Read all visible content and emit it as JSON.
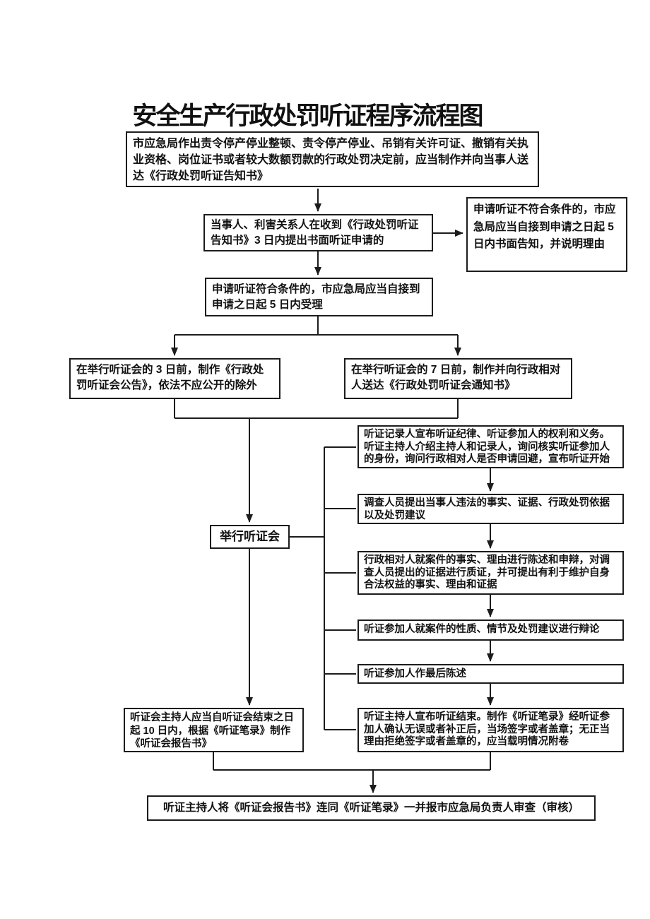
{
  "title": "安全生产行政处罚听证程序流程图",
  "nodes": {
    "penalty_decision": "市应急局作出责令停产停业整顿、责令停产停业、吊销有关许可证、撤销有关执业资格、岗位证书或者较大数额罚款的行政处罚决定前，应当制作并向当事人送达《行政处罚听证告知书》",
    "hearing_request": "当事人、利害关系人在收到《行政处罚听证告知书》3 日内提出书面听证申请的",
    "request_rejected": "申请听证不符合条件的，市应急局应当自接到申请之日起 5 日内书面告知，并说明理由",
    "request_accepted": "申请听证符合条件的，市应急局应当自接到申请之日起 5 日内受理",
    "public_notice": "在举行听证会的 3 日前，制作《行政处罚听证会公告》，依法不应公开的除外",
    "notice_to_party": "在举行听证会的 7 日前，制作并向行政相对人送达《行政处罚听证会通知书》",
    "hold_hearing": "举行听证会",
    "hearing_open": "听证记录人宣布听证纪律、听证参加人的权利和义务。听证主持人介绍主持人和记录人，询问核实听证参加人的身份，询问行政相对人是否申请回避，宣布听证开始",
    "investigator_statement": "调查人员提出当事人违法的事实、证据、行政处罚依据以及处罚建议",
    "party_defense": "行政相对人就案件的事实、理由进行陈述和申辩，对调查人员提出的证据进行质证，并可提出有利于维护自身合法权益的事实、理由和证据",
    "debate": "听证参加人就案件的性质、情节及处罚建议进行辩论",
    "final_statement": "听证参加人作最后陈述",
    "hearing_close": "听证主持人宣布听证结束。制作《听证笔录》经听证参加人确认无误或者补正后，当场签字或者盖章；无正当理由拒绝签字或者盖章的，应当载明情况附卷",
    "hearing_report": "听证会主持人应当自听证会结束之日起 10 日内，根据《听证笔录》制作《听证会报告书》",
    "submit_review": "听证主持人将《听证会报告书》连同《听证笔录》一并报市应急局负责人审查（审核）"
  },
  "colors": {
    "line": "#1c1c1c",
    "box_border": "#1c1c1c",
    "background": "#ffffff"
  }
}
